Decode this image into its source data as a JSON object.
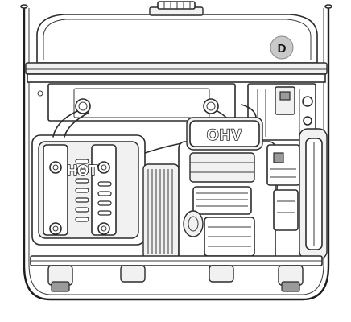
{
  "callout": {
    "letter": "D"
  },
  "labels": {
    "hot": "HOT",
    "engine": "OHV"
  }
}
